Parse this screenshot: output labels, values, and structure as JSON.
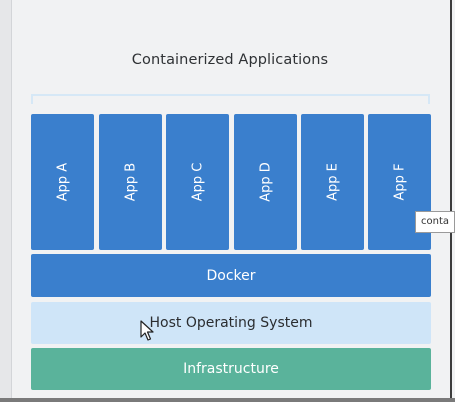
{
  "title": "Containerized Applications",
  "apps": [
    "App A",
    "App B",
    "App C",
    "App D",
    "App E",
    "App F"
  ],
  "layers": {
    "docker": "Docker",
    "host_os": "Host Operating System",
    "infrastructure": "Infrastructure"
  },
  "tooltip": "conta",
  "colors": {
    "app_blue": "#3a7fcd",
    "host_light_blue": "#cfe5f8",
    "infra_green": "#5ab39b"
  }
}
